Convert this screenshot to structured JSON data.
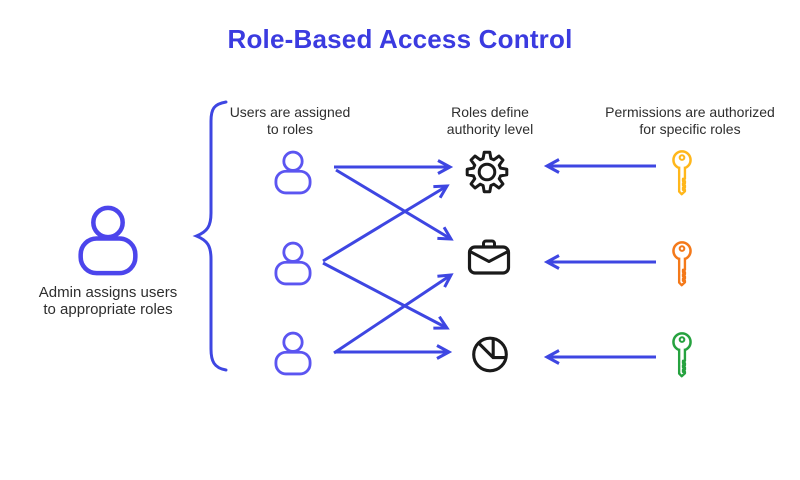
{
  "title": "Role-Based Access Control",
  "colors": {
    "title_blue": "#3B3BE0",
    "arrow_blue": "#3E46E2",
    "brace_blue": "#4550EA",
    "admin_icon_blue": "#4C45EC",
    "user_icon_blue": "#5B55F1",
    "role_icon_dark": "#1A1A1A",
    "key_gold": "#FFB71B",
    "key_orange": "#F4791A",
    "key_green": "#26A23F"
  },
  "diagram": {
    "admin": {
      "caption": "Admin assigns users\nto appropriate roles",
      "icon": "admin-person-icon"
    },
    "users_column": {
      "label": "Users are assigned\nto roles",
      "icons": [
        "user-icon",
        "user-icon",
        "user-icon"
      ]
    },
    "roles_column": {
      "label": "Roles define\nauthority level",
      "icons": [
        "gear-icon",
        "briefcase-icon",
        "pie-chart-icon"
      ]
    },
    "permissions_column": {
      "label": "Permissions are authorized\nfor specific roles",
      "icons": [
        "key-icon-gold",
        "key-icon-orange",
        "key-icon-green"
      ]
    }
  }
}
